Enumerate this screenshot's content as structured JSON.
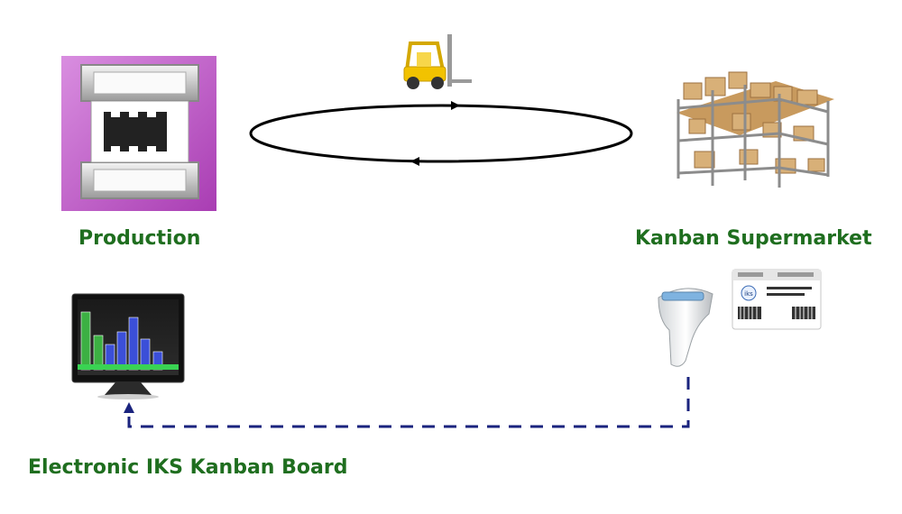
{
  "nodes": {
    "production": {
      "label": "Production"
    },
    "supermarket": {
      "label": "Kanban Supermarket"
    },
    "board": {
      "label": "Electronic IKS Kanban Board"
    }
  },
  "card": {
    "logo_text": "iks"
  },
  "colors": {
    "label_green": "#1f6e1f",
    "dashed_line": "#1a237e",
    "press_magenta": "#c25fc9",
    "forklift_yellow": "#f2c200",
    "shelf_box": "#c89a5e"
  }
}
